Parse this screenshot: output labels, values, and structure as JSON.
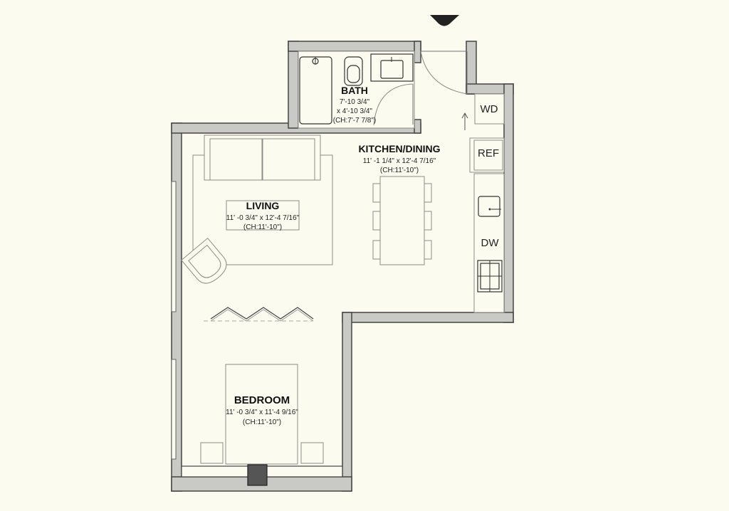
{
  "rooms": {
    "bath": {
      "name": "BATH",
      "dim1": "7'-10 3/4\"",
      "dim2": "x 4'-10 3/4\"",
      "ceiling": "(CH:7'-7 7/8\")"
    },
    "kitchen": {
      "name": "KITCHEN/DINING",
      "dims": "11' -1 1/4\" x 12'-4 7/16\"",
      "ceiling": "(CH:11'-10\")"
    },
    "living": {
      "name": "LIVING",
      "dims": "11' -0 3/4\" x 12'-4 7/16\"",
      "ceiling": "(CH:11'-10\")"
    },
    "bedroom": {
      "name": "BEDROOM",
      "dims": "11' -0 3/4\" x 11'-4 9/16\"",
      "ceiling": "(CH:11'-10\")"
    }
  },
  "appliances": {
    "washer_dryer": "WD",
    "refrigerator": "REF",
    "dishwasher": "DW"
  },
  "icons": {
    "entry": "entry-arrow-icon"
  },
  "colors": {
    "background": "#fbfbf0",
    "wall_fill": "#c9c9c5",
    "wall_outline": "#444444",
    "fixture_line": "#8c8c88"
  }
}
